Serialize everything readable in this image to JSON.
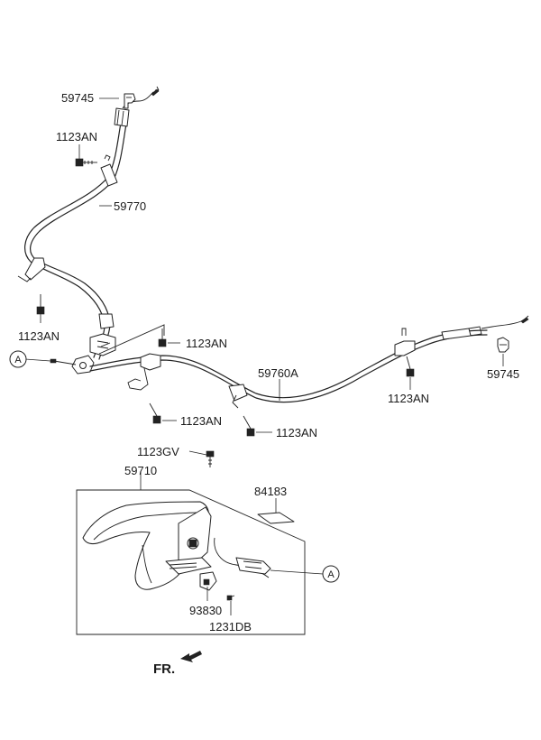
{
  "labels": {
    "clip_top": "59745",
    "bolt_top": "1123AN",
    "cable_front": "59770",
    "bolt_left": "1123AN",
    "bolt_mid_upper": "1123AN",
    "cable_rear": "59760A",
    "bolt_rear_right": "1123AN",
    "clip_right": "59745",
    "bolt_mid_lower_left": "1123AN",
    "bolt_mid_lower_right": "1123AN",
    "bolt_lever": "1123GV",
    "lever_assembly": "59710",
    "grip_cover": "84183",
    "switch": "93830",
    "screw": "1231DB"
  },
  "callouts": {
    "left": "A",
    "right": "A"
  },
  "direction": {
    "label": "FR."
  }
}
